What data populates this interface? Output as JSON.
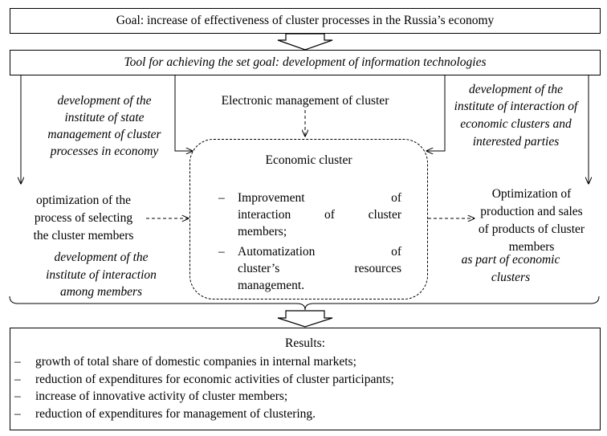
{
  "goal": "Goal: increase of effectiveness of cluster processes in the Russia’s economy",
  "tool": "Tool for achieving the set goal: development of information technologies",
  "electronic_management": "Electronic management of cluster",
  "state_management": [
    "development of the",
    "institute of state",
    "management of cluster",
    "processes in economy"
  ],
  "interaction_parties": [
    "development of the",
    "institute of interaction of",
    "economic clusters and",
    "interested parties"
  ],
  "cluster_title": "Economic cluster",
  "cluster_items": [
    [
      "Improvement of",
      "interaction of cluster",
      "members;"
    ],
    [
      "Automatization of",
      "cluster’s resources",
      "management."
    ]
  ],
  "bullet_dash": "–",
  "optimization_selection": [
    "optimization of the",
    "process of selecting",
    "the cluster members"
  ],
  "interaction_members": [
    "development of the",
    "institute of interaction",
    "among members"
  ],
  "optimization_production": [
    "Optimization of",
    "production and sales",
    "of products of cluster",
    "members"
  ],
  "as_part": [
    "as part of economic",
    "clusters"
  ],
  "results_title": "Results:",
  "results": [
    "growth of total share of domestic companies in internal markets;",
    "reduction of expenditures for economic activities of cluster participants;",
    "increase of innovative activity of cluster members;",
    "reduction of expenditures for management of clustering."
  ]
}
